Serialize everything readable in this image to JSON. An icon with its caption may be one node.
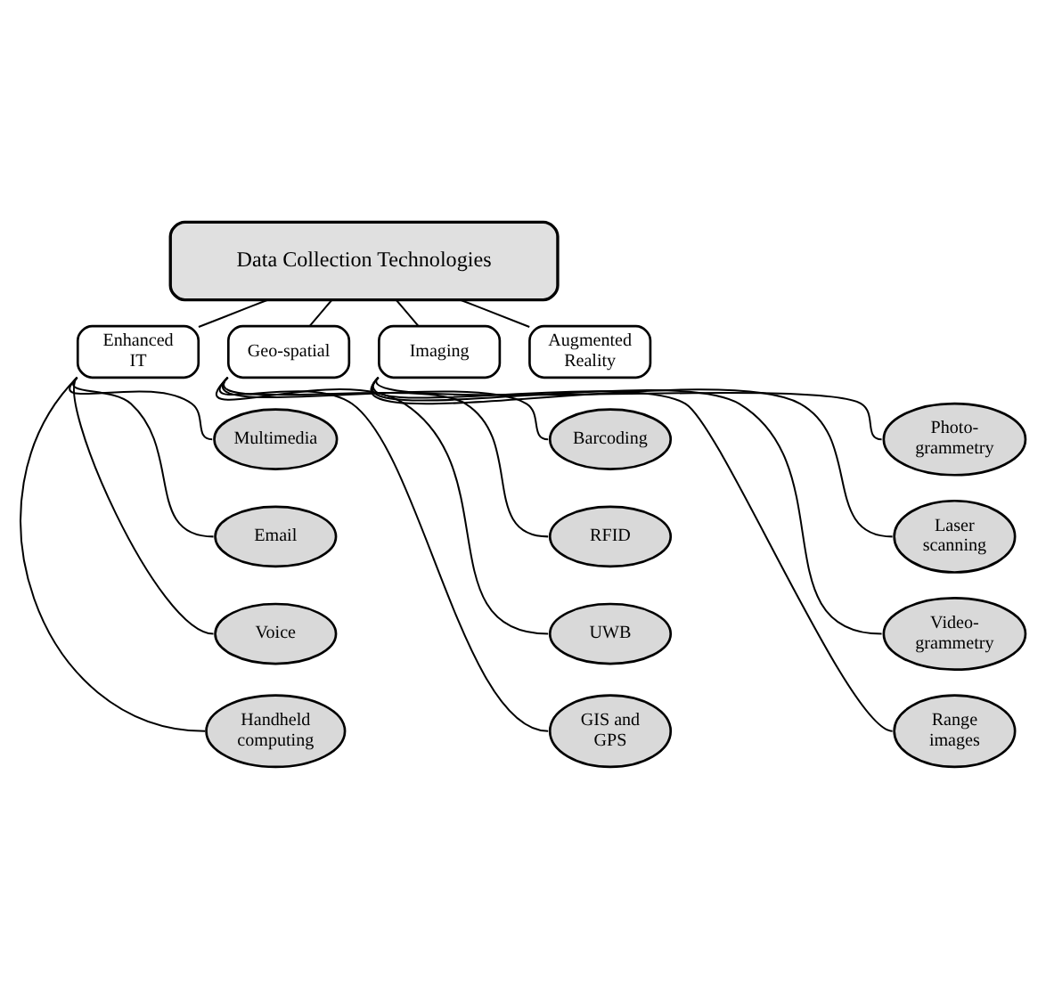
{
  "diagram": {
    "nodes": [
      {
        "text": [
          "Data Collection Technologies"
        ]
      },
      {
        "text": [
          "Enhanced IT"
        ]
      },
      {
        "text": [
          "Geo-spatial"
        ]
      },
      {
        "text": [
          "Imaging"
        ]
      },
      {
        "text": [
          "Augmented Reality"
        ]
      },
      {
        "text": [
          "Multimedia"
        ]
      },
      {
        "text": [
          "Email"
        ]
      },
      {
        "text": [
          "Voice"
        ]
      },
      {
        "text": [
          "Handheld computing"
        ]
      },
      {
        "text": [
          "Barcoding"
        ]
      },
      {
        "text": [
          "RFID"
        ]
      },
      {
        "text": [
          "UWB"
        ]
      },
      {
        "text": [
          "GIS and GPS"
        ]
      },
      {
        "text": [
          "Photo- grammetry"
        ]
      },
      {
        "text": [
          "Laser scanning"
        ]
      },
      {
        "text": [
          "Video- grammetry"
        ]
      },
      {
        "text": [
          "Range images"
        ]
      }
    ],
    "edges": [
      {
        "from": 0,
        "to": 1,
        "arrow": "none"
      },
      {
        "from": 0,
        "to": 2,
        "arrow": "none"
      },
      {
        "from": 0,
        "to": 3,
        "arrow": "none"
      },
      {
        "from": 0,
        "to": 4,
        "arrow": "none"
      },
      {
        "from": 1,
        "to": 5,
        "arrow": "none"
      },
      {
        "from": 1,
        "to": 6,
        "arrow": "none"
      },
      {
        "from": 1,
        "to": 7,
        "arrow": "none"
      },
      {
        "from": 1,
        "to": 8,
        "arrow": "none"
      },
      {
        "from": 2,
        "to": 9,
        "arrow": "none"
      },
      {
        "from": 2,
        "to": 10,
        "arrow": "none"
      },
      {
        "from": 2,
        "to": 11,
        "arrow": "none"
      },
      {
        "from": 2,
        "to": 12,
        "arrow": "none"
      },
      {
        "from": 3,
        "to": 13,
        "arrow": "none"
      },
      {
        "from": 3,
        "to": 14,
        "arrow": "none"
      },
      {
        "from": 3,
        "to": 15,
        "arrow": "none"
      },
      {
        "from": 3,
        "to": 16,
        "arrow": "none"
      }
    ]
  }
}
